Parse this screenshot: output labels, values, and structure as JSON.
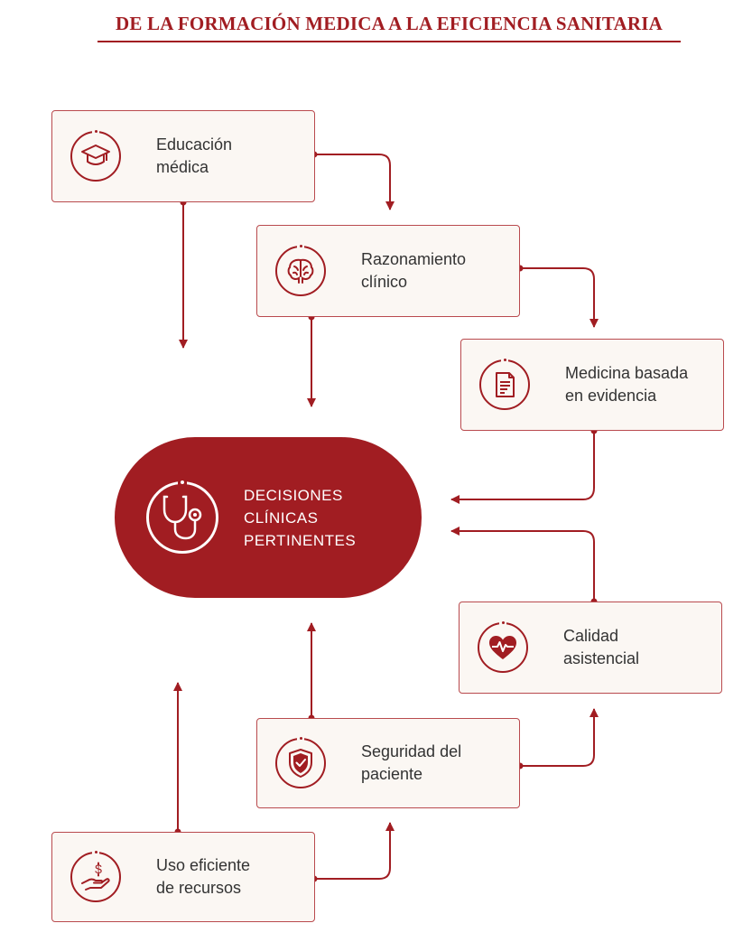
{
  "header": {
    "title": "DE LA FORMACIÓN MEDICA A LA EFICIENCIA SANITARIA"
  },
  "colors": {
    "accent": "#a11d22",
    "box_fill": "#fbf7f3",
    "box_border": "#b94a4e",
    "text": "#333333"
  },
  "nodes": [
    {
      "id": "educacion",
      "lines": [
        "Educación",
        "médica"
      ],
      "icon": "graduation-cap-icon"
    },
    {
      "id": "razonamiento",
      "lines": [
        "Razonamiento",
        "clínico"
      ],
      "icon": "brain-icon"
    },
    {
      "id": "medicina",
      "lines": [
        "Medicina basada",
        "en evidencia"
      ],
      "icon": "document-icon"
    },
    {
      "id": "calidad",
      "lines": [
        "Calidad",
        "asistencial"
      ],
      "icon": "heart-pulse-icon"
    },
    {
      "id": "seguridad",
      "lines": [
        "Seguridad del",
        "paciente"
      ],
      "icon": "shield-check-icon"
    },
    {
      "id": "uso",
      "lines": [
        "Uso eficiente",
        "de recursos"
      ],
      "icon": "hand-dollar-icon"
    }
  ],
  "central": {
    "lines": [
      "DECISIONES",
      "CLÍNICAS",
      "PERTINENTES"
    ],
    "icon": "stethoscope-icon"
  }
}
